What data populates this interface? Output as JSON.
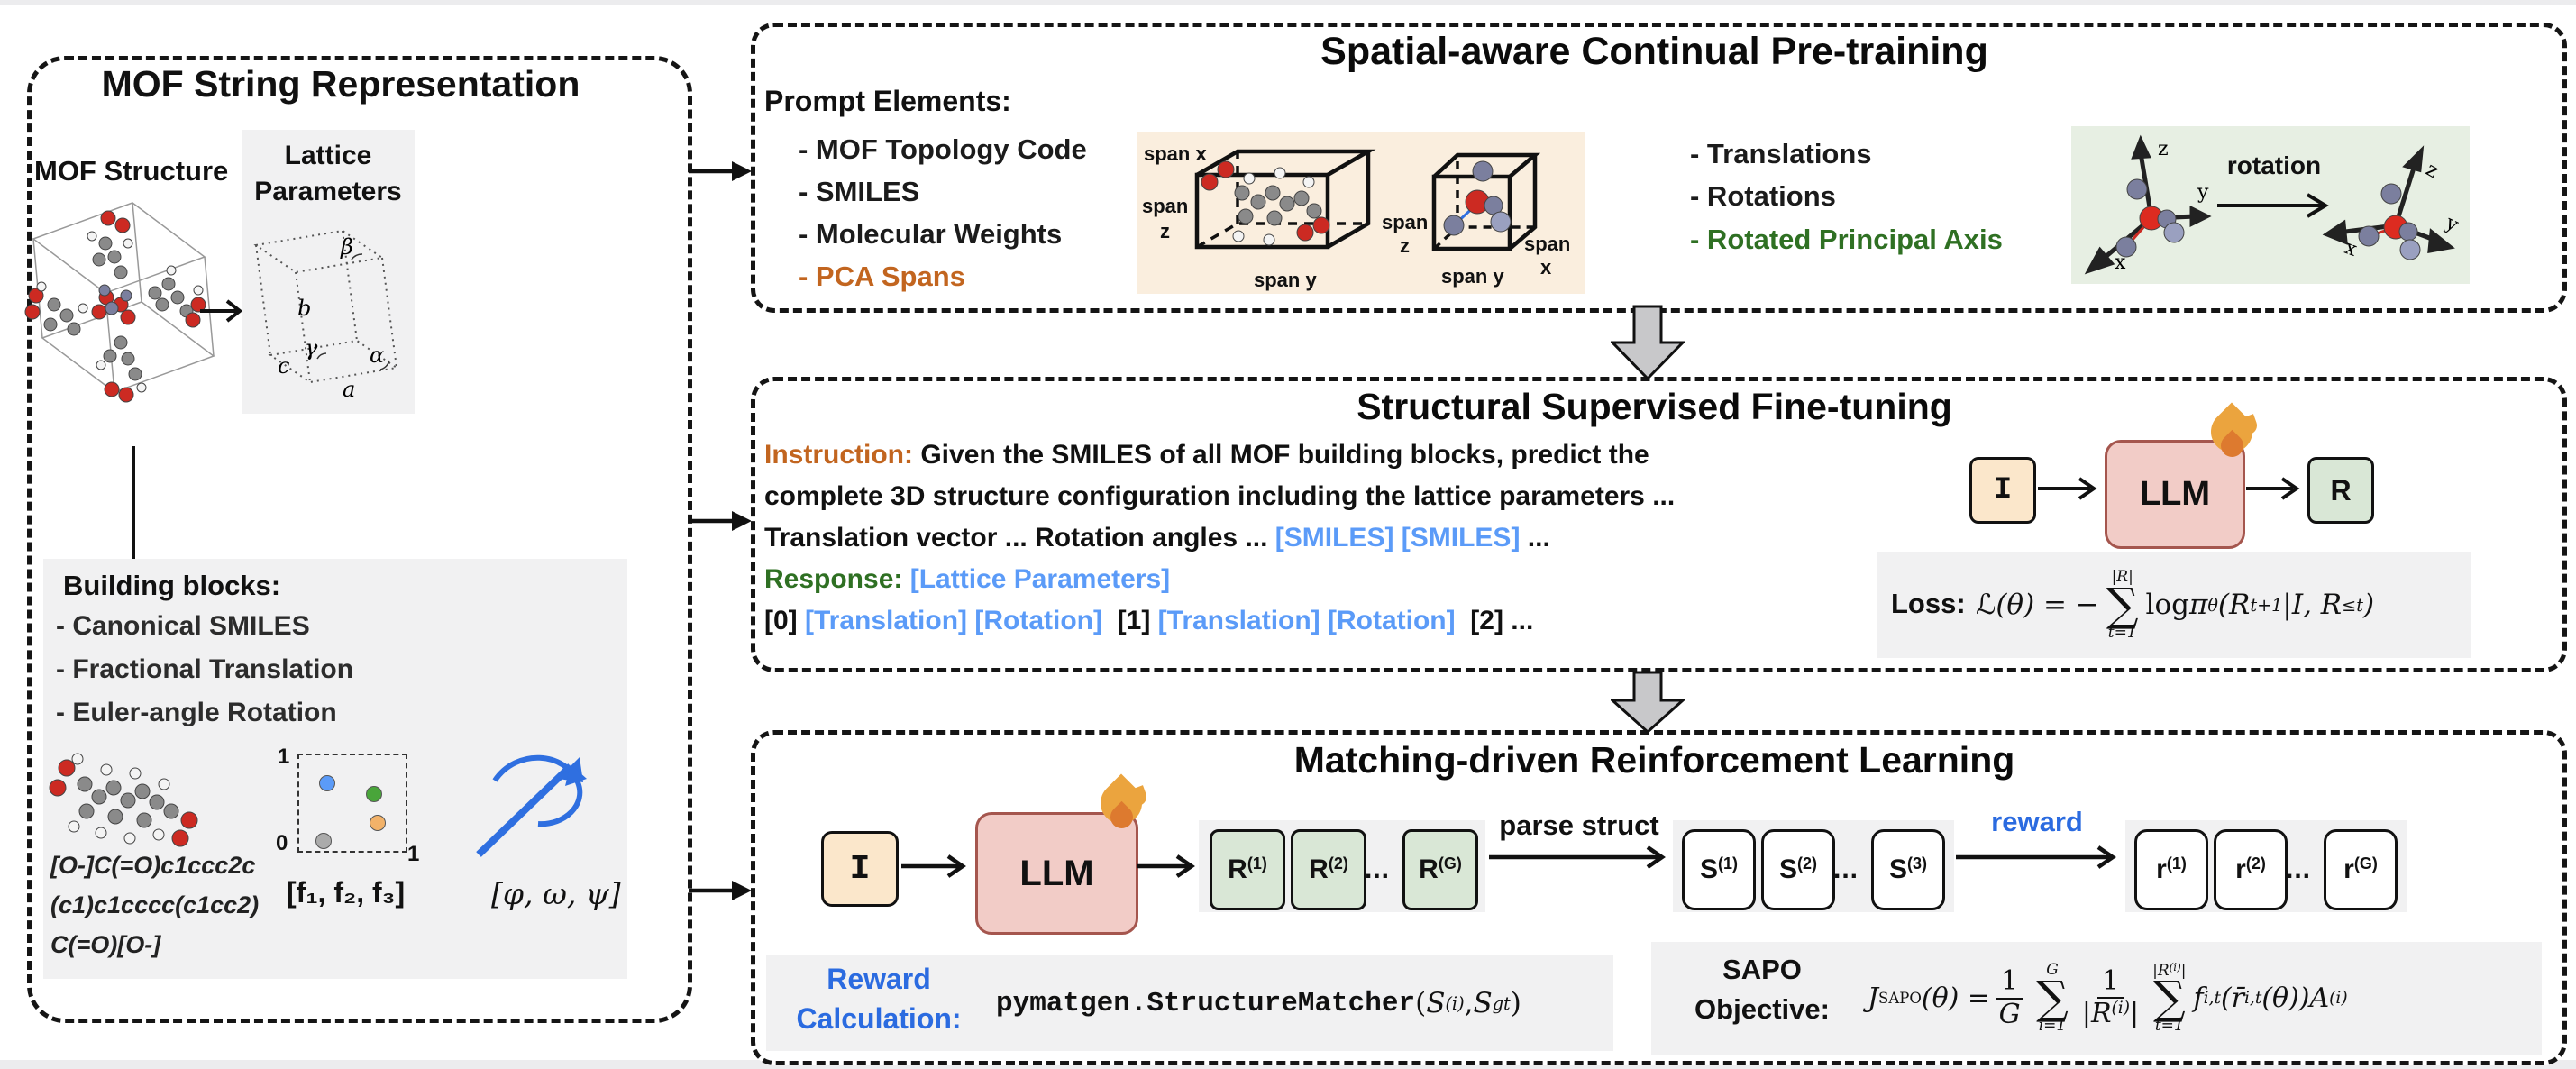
{
  "colors": {
    "orange": "#C2651F",
    "green": "#2F7023",
    "token_blue": "#5B9BF8",
    "label_blue": "#2B6BE0",
    "arrow_blue": "#2F6FE0",
    "panel_gray": "#F1F1F2",
    "cream_bg": "#FAEEDE",
    "green_bg": "#E7EFE3",
    "ibox_fill": "#FBE7CB",
    "llm_fill": "#F2CCC7",
    "llm_border": "#A5564E",
    "rbox_fill": "#D9E7D6"
  },
  "left_panel": {
    "title": "MOF String Representation",
    "mof_structure_label": "MOF Structure",
    "lattice": {
      "title1": "Lattice",
      "title2": "Parameters",
      "beta": "β",
      "b": "b",
      "gamma": "γ",
      "c": "c",
      "alpha": "α",
      "a": "a"
    },
    "building_blocks": {
      "title": "Building blocks:",
      "items": [
        "- Canonical SMILES",
        "- Fractional Translation",
        "- Euler-angle Rotation"
      ],
      "smiles": [
        "[O-]C(=O)c1ccc2c",
        "(c1)c1cccc(c1cc2)",
        "C(=O)[O-]"
      ],
      "sq_top": "1",
      "sq_zero": "0",
      "sq_one": "1",
      "f_caption": "[f₁, f₂, f₃]",
      "euler_caption": "[φ, ω, ψ]"
    }
  },
  "pretrain": {
    "title": "Spatial-aware Continual Pre-training",
    "prompt_label": "Prompt Elements:",
    "items": [
      "- MOF Topology Code",
      "- SMILES",
      "- Molecular Weights",
      "- PCA Spans"
    ],
    "span_fig": {
      "l_top": "span x",
      "l_side1": "span",
      "l_side2": "z",
      "l_bottom": "span y",
      "r_side1": "span",
      "r_side2": "z",
      "r_bottom": "span y",
      "r_right1": "span",
      "r_right2": "x"
    },
    "right_items": [
      "- Translations",
      "- Rotations",
      "- Rotated Principal Axis"
    ],
    "rot_fig": {
      "label": "rotation",
      "lz": "z",
      "ly": "y",
      "lx": "x",
      "rz": "z",
      "ry": "y",
      "rx": "x"
    }
  },
  "sft": {
    "title": "Structural Supervised Fine-tuning",
    "lines": [
      [
        {
          "t": "Instruction:"
        },
        {
          "t": " Given the SMILES of all MOF building blocks, predict the"
        }
      ],
      [
        {
          "t": "complete 3D structure configuration including the lattice parameters ..."
        }
      ],
      [
        {
          "t": "Translation vector ... Rotation angles ... "
        },
        {
          "t": "[SMILES] [SMILES]"
        },
        {
          "t": " ..."
        }
      ],
      [
        {
          "t": "Response:"
        },
        {
          "t": " "
        },
        {
          "t": "[Lattice Parameters]"
        }
      ],
      [
        {
          "t": "[0] "
        },
        {
          "t": "[Translation] [Rotation]"
        },
        {
          "t": "  [1] "
        },
        {
          "t": "[Translation] [Rotation]"
        },
        {
          "t": "  [2] ..."
        }
      ]
    ],
    "flow": {
      "input": "I",
      "model": "LLM",
      "output": "R"
    },
    "loss": {
      "label": "Loss:",
      "lhs": "ℒ(θ) = −",
      "sum_top": "|R|",
      "sum_sym": "∑",
      "sum_bot": "t=1",
      "log": "log ",
      "pi": "π",
      "pi_sub": "θ",
      "p1": "(R",
      "sub1": "t+1",
      "p2": "|I, R",
      "sub2": "≤t",
      "p3": ")"
    }
  },
  "rl": {
    "title": "Matching-driven Reinforcement Learning",
    "flow": {
      "input": "I",
      "model": "LLM",
      "r_boxes": [
        {
          "b": "R",
          "s": "(1)"
        },
        {
          "b": "R",
          "s": "(2)"
        },
        {
          "b": "R",
          "s": "(G)"
        }
      ],
      "s_boxes": [
        {
          "b": "S",
          "s": "(1)"
        },
        {
          "b": "S",
          "s": "(2)"
        },
        {
          "b": "S",
          "s": "(3)"
        }
      ],
      "rw_boxes": [
        {
          "b": "r",
          "s": "(1)"
        },
        {
          "b": "r",
          "s": "(2)"
        },
        {
          "b": "r",
          "s": "(G)"
        }
      ],
      "dots": "...",
      "parse_label": "parse struct",
      "reward_label": "reward"
    },
    "reward_calc": {
      "label1": "Reward",
      "label2": "Calculation:",
      "code": "pymatgen.StructureMatcher",
      "p_open": "(",
      "s1": "S",
      "sup1": "(i)",
      "comma": ", ",
      "s2": "S",
      "sub2": "gt",
      "p_close": ")"
    },
    "sapo": {
      "label1": "SAPO",
      "label2": "Objective:",
      "j": "J",
      "j_sub": "SAPO",
      "eq": "(θ) =",
      "f1_top": "1",
      "f1_bot": "G",
      "s1_sym": "∑",
      "s1_top": "G",
      "s1_bot": "i=1",
      "f2_top": "1",
      "f2b1": "|R",
      "f2b_sup": "(i)",
      "f2b2": "|",
      "s2_sym": "∑",
      "s2t1": "|R",
      "s2t_sup": "(i)",
      "s2t2": "|",
      "s2_bot": "t=1",
      "t1": "f",
      "t1s": "i,t",
      "t2": "(r̄",
      "t2s": "i,t",
      "t3": "(θ))A",
      "t3s": "(i)"
    }
  },
  "icons": {
    "flame": "flame-icon",
    "mof_structure": "mof-structure-image",
    "lattice_cell": "lattice-cell-drawing",
    "building_block_molecule": "building-block-molecule",
    "fractional_square": "fractional-coordinates-square",
    "euler_arrow": "rotation-arrow-icon",
    "span_cubes": "pca-span-cubes",
    "axes_rotation": "principal-axes-rotation"
  }
}
